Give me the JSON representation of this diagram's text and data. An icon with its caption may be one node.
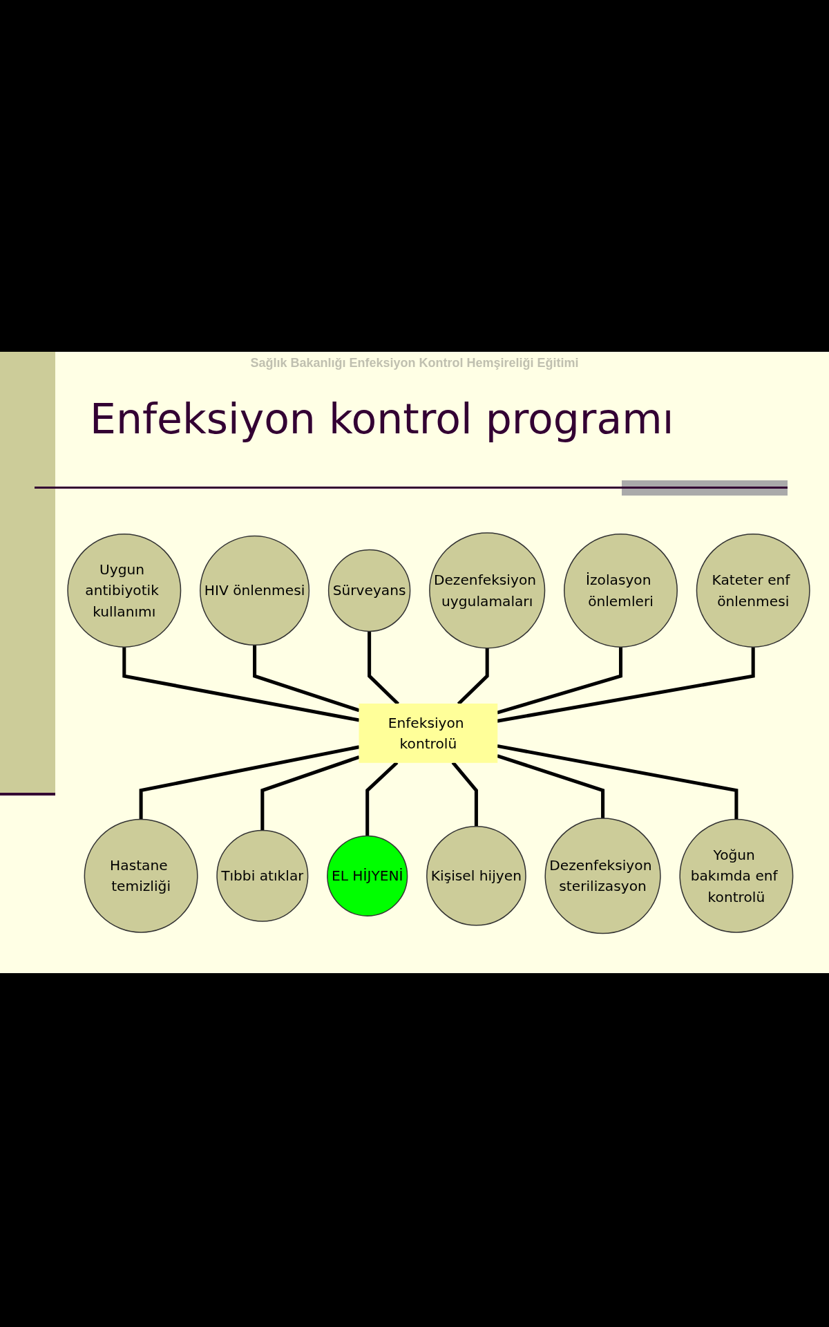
{
  "diagram": {
    "title": "Enfeksiyon kontrol programı",
    "nodes": [
      {
        "text": [
          "Enfeksiyon kontrolü"
        ]
      },
      {
        "text": [
          "Dezenfeksiyon uygulamaları"
        ]
      },
      {
        "text": [
          "İzolasyon önlemleri"
        ]
      },
      {
        "text": [
          "Kateter enf önlenmesi"
        ]
      },
      {
        "text": [
          "Yoğun bakımda enf kontrolü"
        ]
      },
      {
        "text": [
          "Dezenfeksiyon sterilizasyon"
        ]
      },
      {
        "text": [
          "Kişisel hijyen"
        ]
      },
      {
        "text": [
          "EL HİJYENİ"
        ]
      },
      {
        "text": [
          "Tıbbi atıklar"
        ]
      },
      {
        "text": [
          "Hastane temizliği"
        ]
      },
      {
        "text": [
          "Uygun antibiyotik kullanımı"
        ]
      },
      {
        "text": [
          "HIV önlenmesi"
        ]
      },
      {
        "text": [
          "Sürveyans"
        ]
      }
    ],
    "edges": [
      {
        "from": 10,
        "to": 0,
        "arrow": "none"
      },
      {
        "from": 11,
        "to": 0,
        "arrow": "none"
      },
      {
        "from": 12,
        "to": 0,
        "arrow": "none"
      },
      {
        "from": 1,
        "to": 0,
        "arrow": "none"
      },
      {
        "from": 2,
        "to": 0,
        "arrow": "none"
      },
      {
        "from": 3,
        "to": 0,
        "arrow": "none"
      },
      {
        "from": 0,
        "to": 9,
        "arrow": "none"
      },
      {
        "from": 0,
        "to": 8,
        "arrow": "none"
      },
      {
        "from": 0,
        "to": 7,
        "arrow": "none"
      },
      {
        "from": 0,
        "to": 6,
        "arrow": "none"
      },
      {
        "from": 0,
        "to": 5,
        "arrow": "none"
      },
      {
        "from": 0,
        "to": 4,
        "arrow": "none"
      }
    ],
    "labels": [
      "Sağlık Bakanlığı Enfeksiyon Kontrol Hemşireliği Eğitimi"
    ]
  }
}
